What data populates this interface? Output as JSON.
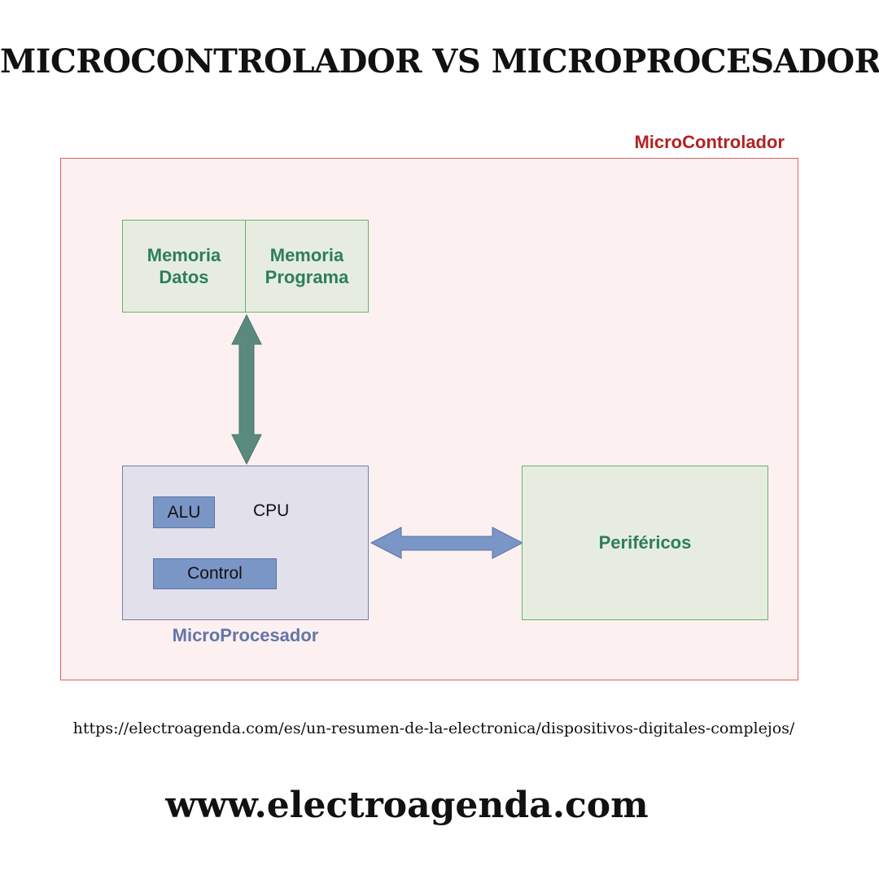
{
  "title": "MICROCONTROLADOR VS MICROPROCESADOR",
  "diagram": {
    "microcontrolador": {
      "label": "MicroControlador"
    },
    "memoria_datos": {
      "line1": "Memoria",
      "line2": "Datos"
    },
    "memoria_programa": {
      "line1": "Memoria",
      "line2": "Programa"
    },
    "microprocesador": {
      "label": "MicroProcesador",
      "alu": "ALU",
      "cpu": "CPU",
      "control": "Control"
    },
    "perifericos": "Periféricos"
  },
  "footer": {
    "url": "https://electroagenda.com/es/un-resumen-de-la-electronica/dispositivos-digitales-complejos/",
    "site": "www.electroagenda.com"
  },
  "colors": {
    "mc_border": "#e06060",
    "mc_fill": "#fdf0f0",
    "mc_text": "#b22222",
    "mem_border": "#6ab06a",
    "mem_fill": "#e6ede0",
    "green_text": "#2e7d5b",
    "mp_border": "#7080b0",
    "mp_fill": "#e2e0ea",
    "mp_text": "#6276a8",
    "reg_fill": "#7a96c6",
    "arrow_green": "#5a8a7e",
    "arrow_blue": "#7a96c6"
  }
}
